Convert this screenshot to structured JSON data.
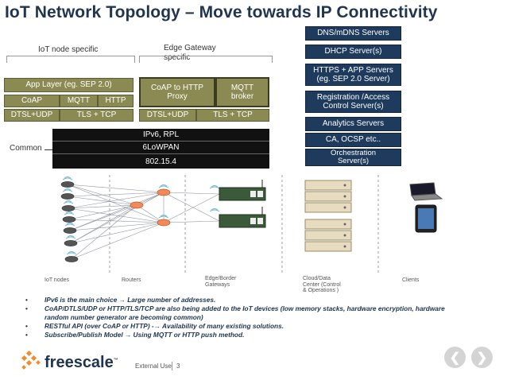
{
  "title": "IoT Network Topology – Move towards IP Connectivity",
  "labels": {
    "iot_node_specific": "IoT node specific",
    "edge_gateway_specific": "Edge Gateway\nspecific",
    "common": "Common"
  },
  "node_stack": {
    "app_layer": "App Layer (eg. SEP 2.0)",
    "coap": "CoAP",
    "mqtt": "MQTT",
    "http": "HTTP",
    "dtsl_udp": "DTSL+UDP",
    "tls_tcp": "TLS + TCP"
  },
  "gateway_stack": {
    "coap_proxy": "CoAP to HTTP\nProxy",
    "mqtt_broker": "MQTT\nbroker",
    "dtsl_udp": "DTSL+UDP",
    "tls_tcp": "TLS + TCP"
  },
  "common_stack": [
    "IPv6, RPL",
    "6LoWPAN",
    "802.15.4"
  ],
  "servers": [
    "DNS/mDNS Servers",
    "DHCP Server(s)",
    "HTTPS + APP Servers\n(eg. SEP 2.0 Server)",
    "Registration /Access\nControl Server(s)",
    "Analytics Servers",
    "CA, OCSP etc..",
    "Orchestration\nServer(s)"
  ],
  "categories": {
    "iot_nodes": "IoT nodes",
    "routers": "Routers",
    "edge": "Edge/Border\nGateways",
    "cloud": "Cloud/Data\nCenter (Control\n& Operations )",
    "clients": "Clients"
  },
  "bullets": [
    "IPv6 is the main choice → Large number of addresses.",
    "CoAP/DTLS/UDP or HTTP/TLS/TCP are also being added to the IoT devices (low memory stacks,  hardware encryption, hardware random number generator are becoming common)",
    "RESTful API (over CoAP or HTTP) -→ Availability of many existing solutions.",
    "Subscribe/Publish Model  → Using MQTT or HTTP push method."
  ],
  "footer": {
    "logo": "freescale",
    "trademark": "™",
    "text": "External Use",
    "page": "3"
  },
  "colors": {
    "title": "#1f3550",
    "olive_box": "#8a8a52",
    "server_box": "#1e3a5c",
    "common_box": "#111111",
    "router": "#f08a5a",
    "node": "#555555",
    "logo_orange": "#f28c28"
  },
  "icons": {
    "wireless": "wireless-icon",
    "laptop": "laptop-icon",
    "phone": "phone-icon",
    "server_rack": "server-rack-icon",
    "gateway": "gateway-device-icon",
    "logo": "freescale-logo-icon",
    "prev": "chevron-left-icon",
    "next": "chevron-right-icon"
  }
}
